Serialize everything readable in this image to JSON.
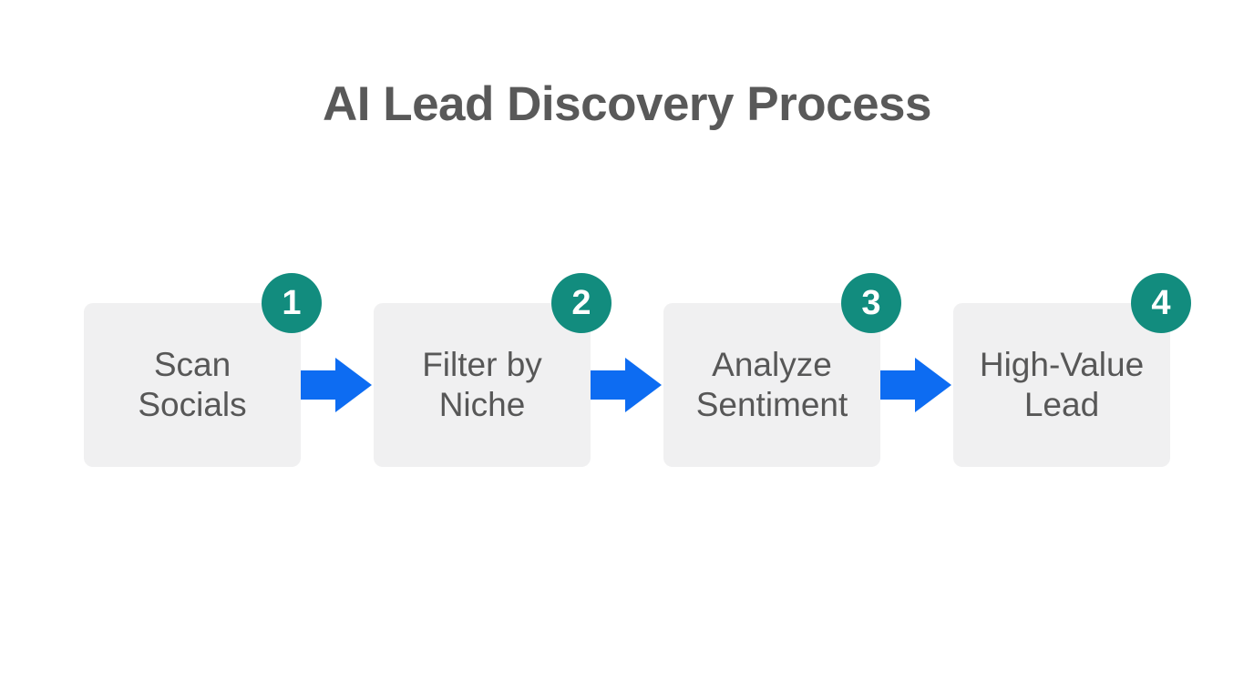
{
  "title": "AI Lead Discovery Process",
  "colors": {
    "background": "#ffffff",
    "title_text": "#595959",
    "step_box_bg": "#f0f0f1",
    "step_text": "#575757",
    "badge_bg": "#128c7e",
    "badge_text": "#ffffff",
    "arrow": "#0d6cf2"
  },
  "steps": [
    {
      "number": "1",
      "label": "Scan Socials",
      "lines": [
        "Scan",
        "Socials"
      ]
    },
    {
      "number": "2",
      "label": "Filter by Niche",
      "lines": [
        "Filter by",
        "Niche"
      ]
    },
    {
      "number": "3",
      "label": "Analyze Sentiment",
      "lines": [
        "Analyze",
        "Sentiment"
      ]
    },
    {
      "number": "4",
      "label": "High-Value Lead",
      "lines": [
        "High-Value",
        "Lead"
      ]
    }
  ]
}
